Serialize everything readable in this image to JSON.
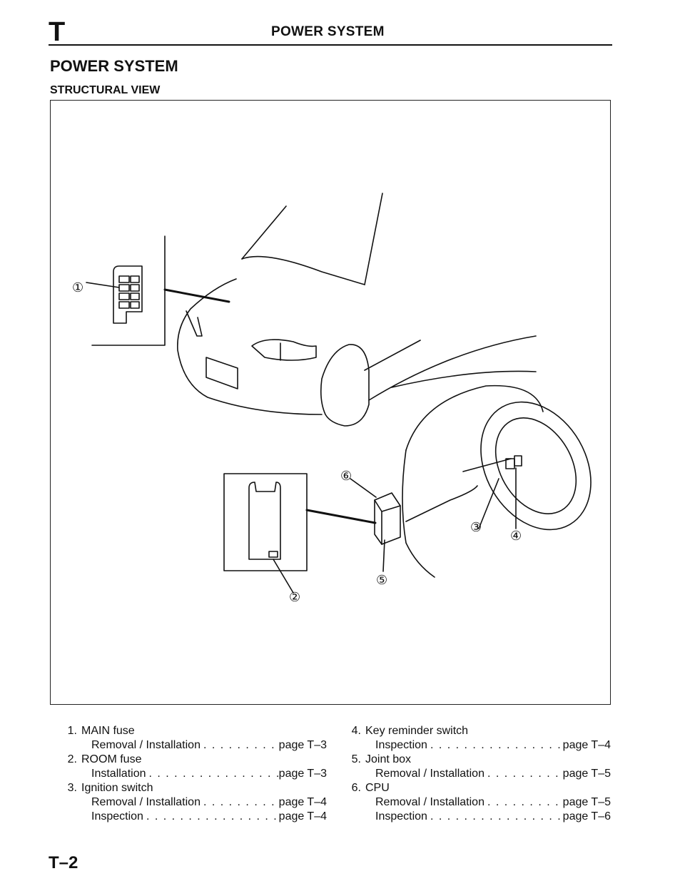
{
  "header": {
    "letter": "T",
    "title": "POWER SYSTEM"
  },
  "section_title": "POWER SYSTEM",
  "subsection_title": "STRUCTURAL VIEW",
  "figure": {
    "callouts": [
      "①",
      "②",
      "③",
      "④",
      "⑤",
      "⑥"
    ]
  },
  "legend": {
    "left": [
      {
        "num": "1.",
        "title": "MAIN fuse",
        "subs": [
          {
            "label": "Removal / Installation",
            "page": "page T–3"
          }
        ]
      },
      {
        "num": "2.",
        "title": "ROOM fuse",
        "subs": [
          {
            "label": "Installation",
            "page": "page T–3"
          }
        ]
      },
      {
        "num": "3.",
        "title": "Ignition switch",
        "subs": [
          {
            "label": "Removal / Installation",
            "page": "page T–4"
          },
          {
            "label": "Inspection",
            "page": "page T–4"
          }
        ]
      }
    ],
    "right": [
      {
        "num": "4.",
        "title": "Key reminder switch",
        "subs": [
          {
            "label": "Inspection",
            "page": "page T–4"
          }
        ]
      },
      {
        "num": "5.",
        "title": "Joint box",
        "subs": [
          {
            "label": "Removal / Installation",
            "page": "page T–5"
          }
        ]
      },
      {
        "num": "6.",
        "title": "CPU",
        "subs": [
          {
            "label": "Removal / Installation",
            "page": "page T–5"
          },
          {
            "label": "Inspection",
            "page": "page T–6"
          }
        ]
      }
    ]
  },
  "footer": {
    "page_label": "T–2"
  }
}
